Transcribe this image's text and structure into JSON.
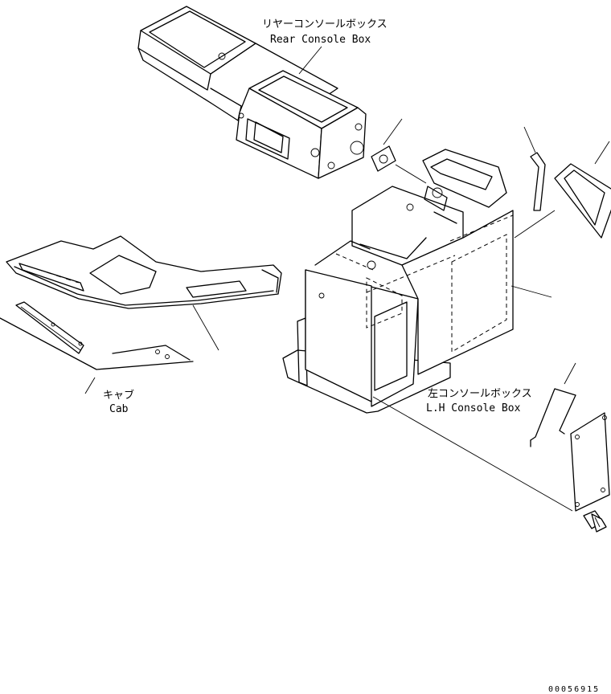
{
  "labels": {
    "rear_console_jp": "リヤーコンソールボックス",
    "rear_console_en": "Rear Console Box",
    "cab_jp": "キャブ",
    "cab_en": "Cab",
    "lh_console_jp": "左コンソールボックス",
    "lh_console_en": "L.H Console Box"
  },
  "drawing_number": "00056915"
}
